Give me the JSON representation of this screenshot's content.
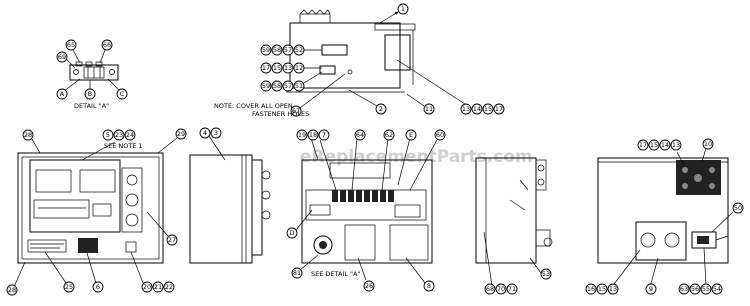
{
  "watermark": "eReplacementParts.com",
  "detail_a": {
    "title": "DETAIL \"A\"",
    "letters": [
      "A",
      "B",
      "C"
    ],
    "callouts": [
      "65",
      "66",
      "69"
    ]
  },
  "top_view": {
    "callouts": [
      "1",
      "2",
      "11",
      "67"
    ],
    "callout_group_1": [
      "59",
      "58",
      "57",
      "52"
    ],
    "callout_group_2": [
      "17",
      "15",
      "13",
      "12"
    ],
    "callout_group_3": [
      "59",
      "58",
      "57",
      "51"
    ],
    "callout_group_4": [
      "13",
      "14",
      "15",
      "17"
    ],
    "note_line1": "NOTE: COVER ALL OPEN",
    "note_line2": "FASTENER HOLES"
  },
  "front_view": {
    "callouts_top": [
      "28",
      "5",
      "23",
      "24",
      "29"
    ],
    "note": "SEE NOTE 1",
    "callouts_side": [
      "27"
    ],
    "callouts_bottom": [
      "28",
      "25",
      "6",
      "20",
      "21",
      "22"
    ]
  },
  "side_view": {
    "callouts": [
      "4",
      "3"
    ]
  },
  "interior_view": {
    "callouts_top": [
      "19",
      "18",
      "7",
      "64",
      "62",
      "E",
      "60"
    ],
    "callouts_side": [
      "D"
    ],
    "callouts_bottom": [
      "81",
      "26",
      "8"
    ],
    "detail_ref": "SEE DETAIL \"A\""
  },
  "rear_view": {
    "callouts": [
      "68",
      "70",
      "71",
      "53"
    ]
  },
  "right_view": {
    "callouts_top": [
      "17",
      "15",
      "14",
      "13",
      "10"
    ],
    "callouts_side": [
      "50"
    ],
    "callouts_bottom": [
      "16",
      "15",
      "13",
      "9",
      "63",
      "56",
      "55",
      "54"
    ]
  }
}
